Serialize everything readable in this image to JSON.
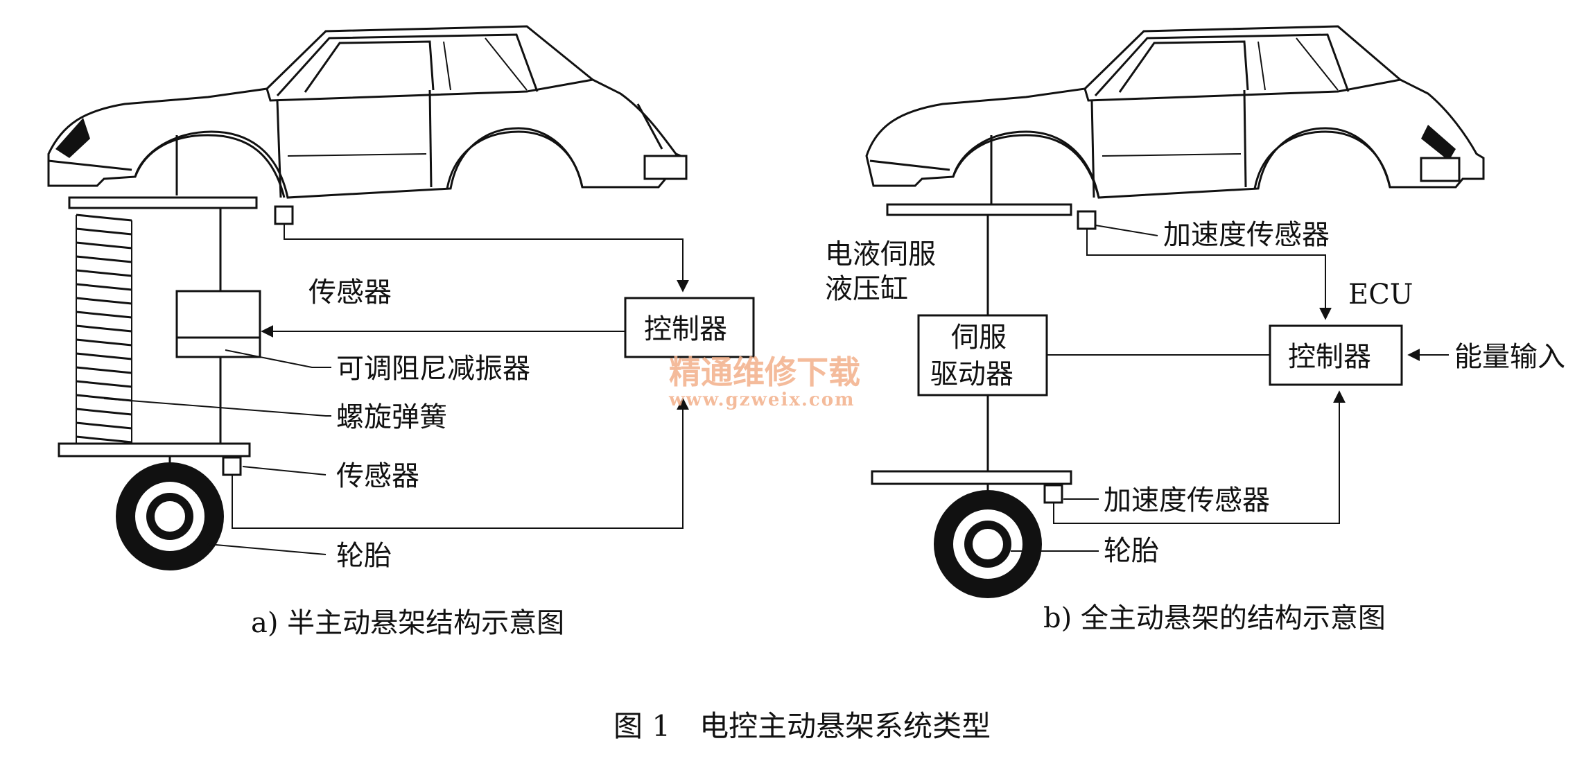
{
  "figure_caption": "图 1　电控主动悬架系统类型",
  "watermark": {
    "line1": "精通维修下载",
    "line2": "www.gzweix.com"
  },
  "diagram_a": {
    "caption": "a) 半主动悬架结构示意图",
    "labels": {
      "sensor_top": "传感器",
      "controller": "控制器",
      "damper": "可调阻尼减振器",
      "spring": "螺旋弹簧",
      "sensor_bottom": "传感器",
      "tire": "轮胎"
    }
  },
  "diagram_b": {
    "caption": "b) 全主动悬架的结构示意图",
    "labels": {
      "accel_top": "加速度传感器",
      "cylinder_line1": "电液伺服",
      "cylinder_line2": "液压缸",
      "ecu": "ECU",
      "servo_line1": "伺服",
      "servo_line2": "驱动器",
      "controller": "控制器",
      "energy_input": "能量输入",
      "accel_bottom": "加速度传感器",
      "tire": "轮胎"
    }
  }
}
